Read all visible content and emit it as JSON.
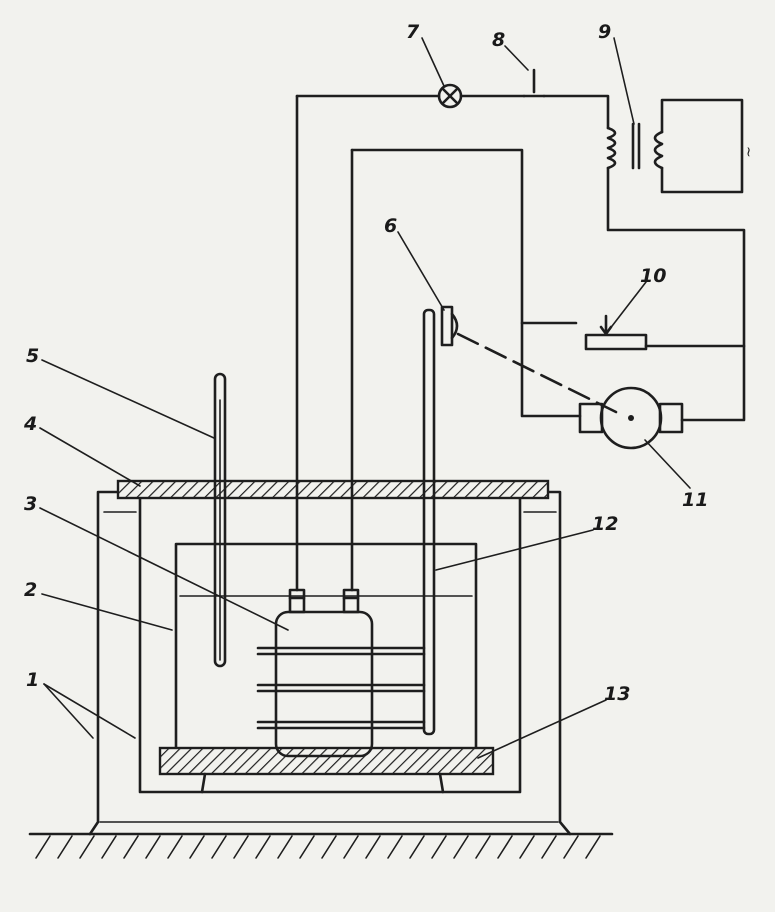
{
  "labels": {
    "l1": "1",
    "l2": "2",
    "l3": "3",
    "l4": "4",
    "l5": "5",
    "l6": "6",
    "l7": "7",
    "l8": "8",
    "l9": "9",
    "l10": "10",
    "l11": "11",
    "l12": "12",
    "l13": "13"
  },
  "ac_symbol": "~",
  "colors": {
    "ink": "#1e1e1e",
    "paper": "#f2f2ee"
  }
}
